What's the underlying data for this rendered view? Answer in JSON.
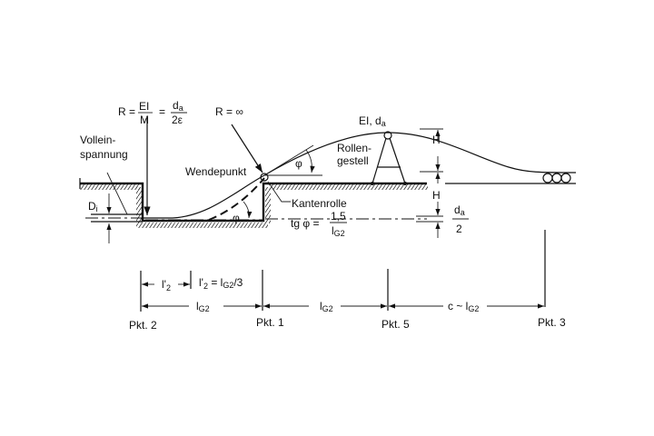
{
  "formula_R": {
    "lhs": "R =",
    "num1": "EI",
    "den1": "M",
    "eq": "=",
    "num2": "d",
    "num2_sub": "a",
    "den2": "2ε"
  },
  "r_infinity": "R = ∞",
  "label_volleinspannung": [
    "Vollein-",
    "spannung"
  ],
  "label_wendepunkt": "Wendepunkt",
  "label_kantenrolle": "Kantenrolle",
  "label_rollengestell": [
    "Rollen-",
    "gestell"
  ],
  "label_ei_da": {
    "text": "EI, d",
    "sub": "a"
  },
  "label_di": {
    "text": "D",
    "sub": "i"
  },
  "phi": "φ",
  "tg_phi": {
    "lhs": "tg φ =",
    "num": "1,5",
    "den": "l",
    "den_sub": "G2"
  },
  "label_H": "H",
  "da_half": {
    "num": "d",
    "num_sub": "a",
    "den": "2"
  },
  "dimensions": {
    "l2_prime": {
      "text": "l'",
      "sub": "2"
    },
    "l2_prime_eq": {
      "text": "l'",
      "sub": "2",
      "rest": " = l",
      "rest_sub": "G2",
      "tail": "/3"
    },
    "lg2": {
      "text": "l",
      "sub": "G2"
    },
    "c_lg2": {
      "text": "c ~ l",
      "sub": "G2"
    }
  },
  "points": [
    "Pkt. 2",
    "Pkt. 1",
    "Pkt. 5",
    "Pkt. 3"
  ]
}
